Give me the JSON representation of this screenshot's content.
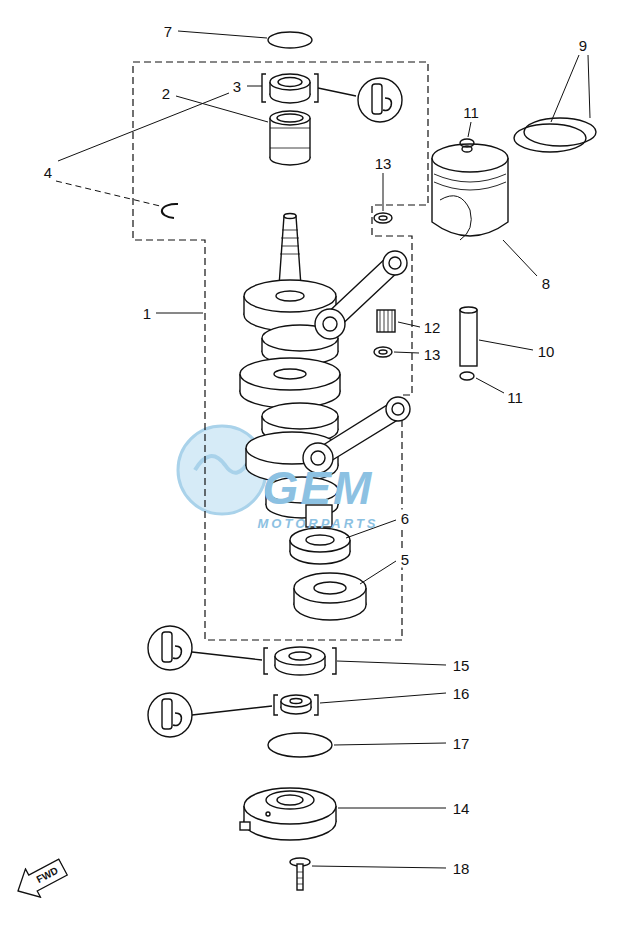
{
  "diagram": {
    "nodes": [
      {
        "text": [
          "FWD"
        ]
      }
    ],
    "labels": [
      "7",
      "3",
      "2",
      "4",
      "1",
      "13",
      "11",
      "9",
      "8",
      "12",
      "13",
      "10",
      "11",
      "6",
      "5",
      "15",
      "16",
      "17",
      "14",
      "18",
      "GEM",
      "MOTORPARTS"
    ]
  }
}
